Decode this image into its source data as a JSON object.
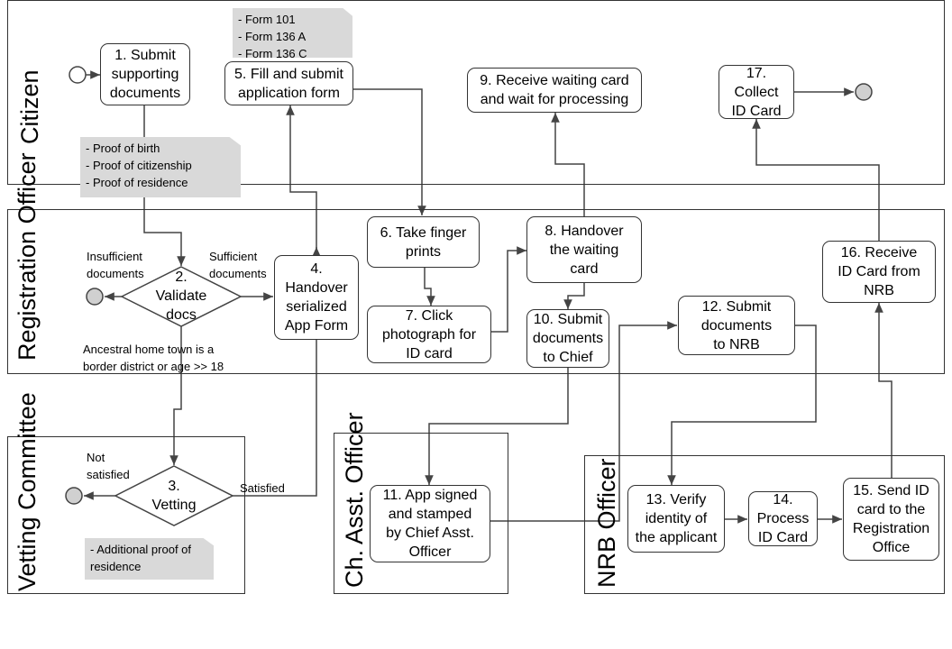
{
  "lanes": {
    "citizen": "Citizen",
    "registration": "Registration\nOfficer",
    "vetting": "Vetting\nCommittee",
    "chief": "Ch. Asst. Officer",
    "nrb": "NRB Officer"
  },
  "steps": {
    "s1": "1. Submit\nsupporting\ndocuments",
    "s2": "2.\nValidate\ndocs",
    "s3": "3.\nVetting",
    "s4": "4.\nHandover\nserialized\nApp Form",
    "s5": "5. Fill and submit\napplication form",
    "s6": "6. Take finger\nprints",
    "s7": "7. Click\nphotograph for\nID card",
    "s8": "8. Handover\nthe waiting\ncard",
    "s9": "9. Receive waiting card\nand wait for processing",
    "s10": "10. Submit\ndocuments\nto Chief",
    "s11": "11. App signed\nand stamped\nby Chief Asst.\nOfficer",
    "s12": "12. Submit\ndocuments\nto NRB",
    "s13": "13. Verify\nidentity of\nthe applicant",
    "s14": "14.\nProcess\nID Card",
    "s15": "15. Send ID\ncard to the\nRegistration\nOffice",
    "s16": "16. Receive\nID Card from\nNRB",
    "s17": "17.\nCollect\nID Card"
  },
  "notes": {
    "forms": "- Form  101\n- Form  136 A\n- Form  136 C",
    "proofs": "- Proof  of birth\n- Proof  of citizenship\n- Proof  of residence",
    "additional": "- Additional proof of\nresidence"
  },
  "labels": {
    "insufficient": "Insufficient\ndocuments",
    "sufficient": "Sufficient\ndocuments",
    "border": "Ancestral home  town  is a\nborder  district or age >> 18",
    "not_satisfied": "Not\nsatisfied",
    "satisfied": "Satisfied"
  }
}
